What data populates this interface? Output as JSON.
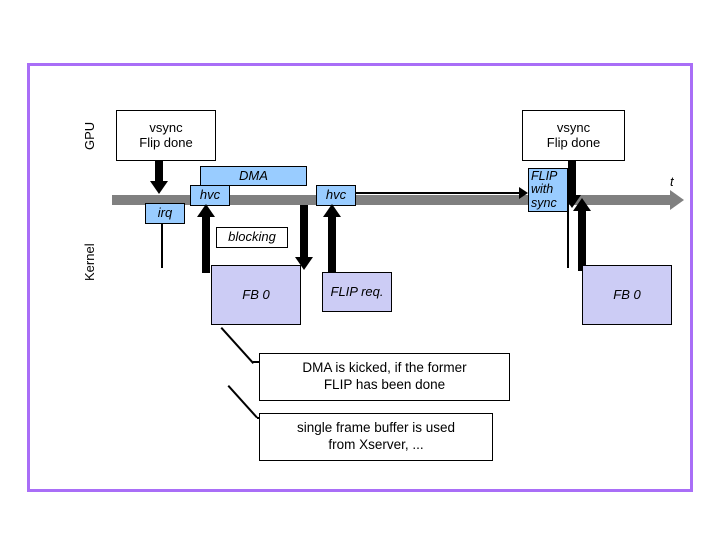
{
  "diagram": {
    "title_labels": {
      "gpu": "GPU",
      "kernel": "Kernel",
      "time_axis": "t"
    },
    "colors": {
      "frame_border": "#a96ef7",
      "timeline": "#808080",
      "blue_box": "#99ccff",
      "lavender_box": "#ccccf5",
      "stroke": "#000000",
      "background": "#ffffff"
    },
    "vsync_boxes": [
      {
        "line1": "vsync",
        "line2": "Flip done"
      },
      {
        "line1": "vsync",
        "line2": "Flip done"
      }
    ],
    "timeline_events": [
      {
        "label": "irq",
        "kind": "blue",
        "side": "below"
      },
      {
        "label": "hvc",
        "kind": "blue",
        "side": "above"
      },
      {
        "label": "DMA",
        "kind": "blue",
        "side": "above"
      },
      {
        "label": "hvc",
        "kind": "blue",
        "side": "above"
      },
      {
        "label": "FLIP with sync",
        "kind": "blue",
        "side": "straddle"
      }
    ],
    "flip_with_sync": {
      "line1": "FLIP",
      "line2": "with",
      "line3": "sync"
    },
    "kernel_boxes": [
      {
        "label": "blocking",
        "kind": "white"
      },
      {
        "label": "FB 0",
        "kind": "lavender"
      },
      {
        "label": "FLIP req.",
        "kind": "lavender"
      },
      {
        "label": "FB 0",
        "kind": "lavender"
      }
    ],
    "notes": [
      {
        "line1": "DMA is kicked, if the former",
        "line2": "FLIP has been done"
      },
      {
        "line1": "single frame buffer is used",
        "line2": "from Xserver, ..."
      }
    ]
  }
}
